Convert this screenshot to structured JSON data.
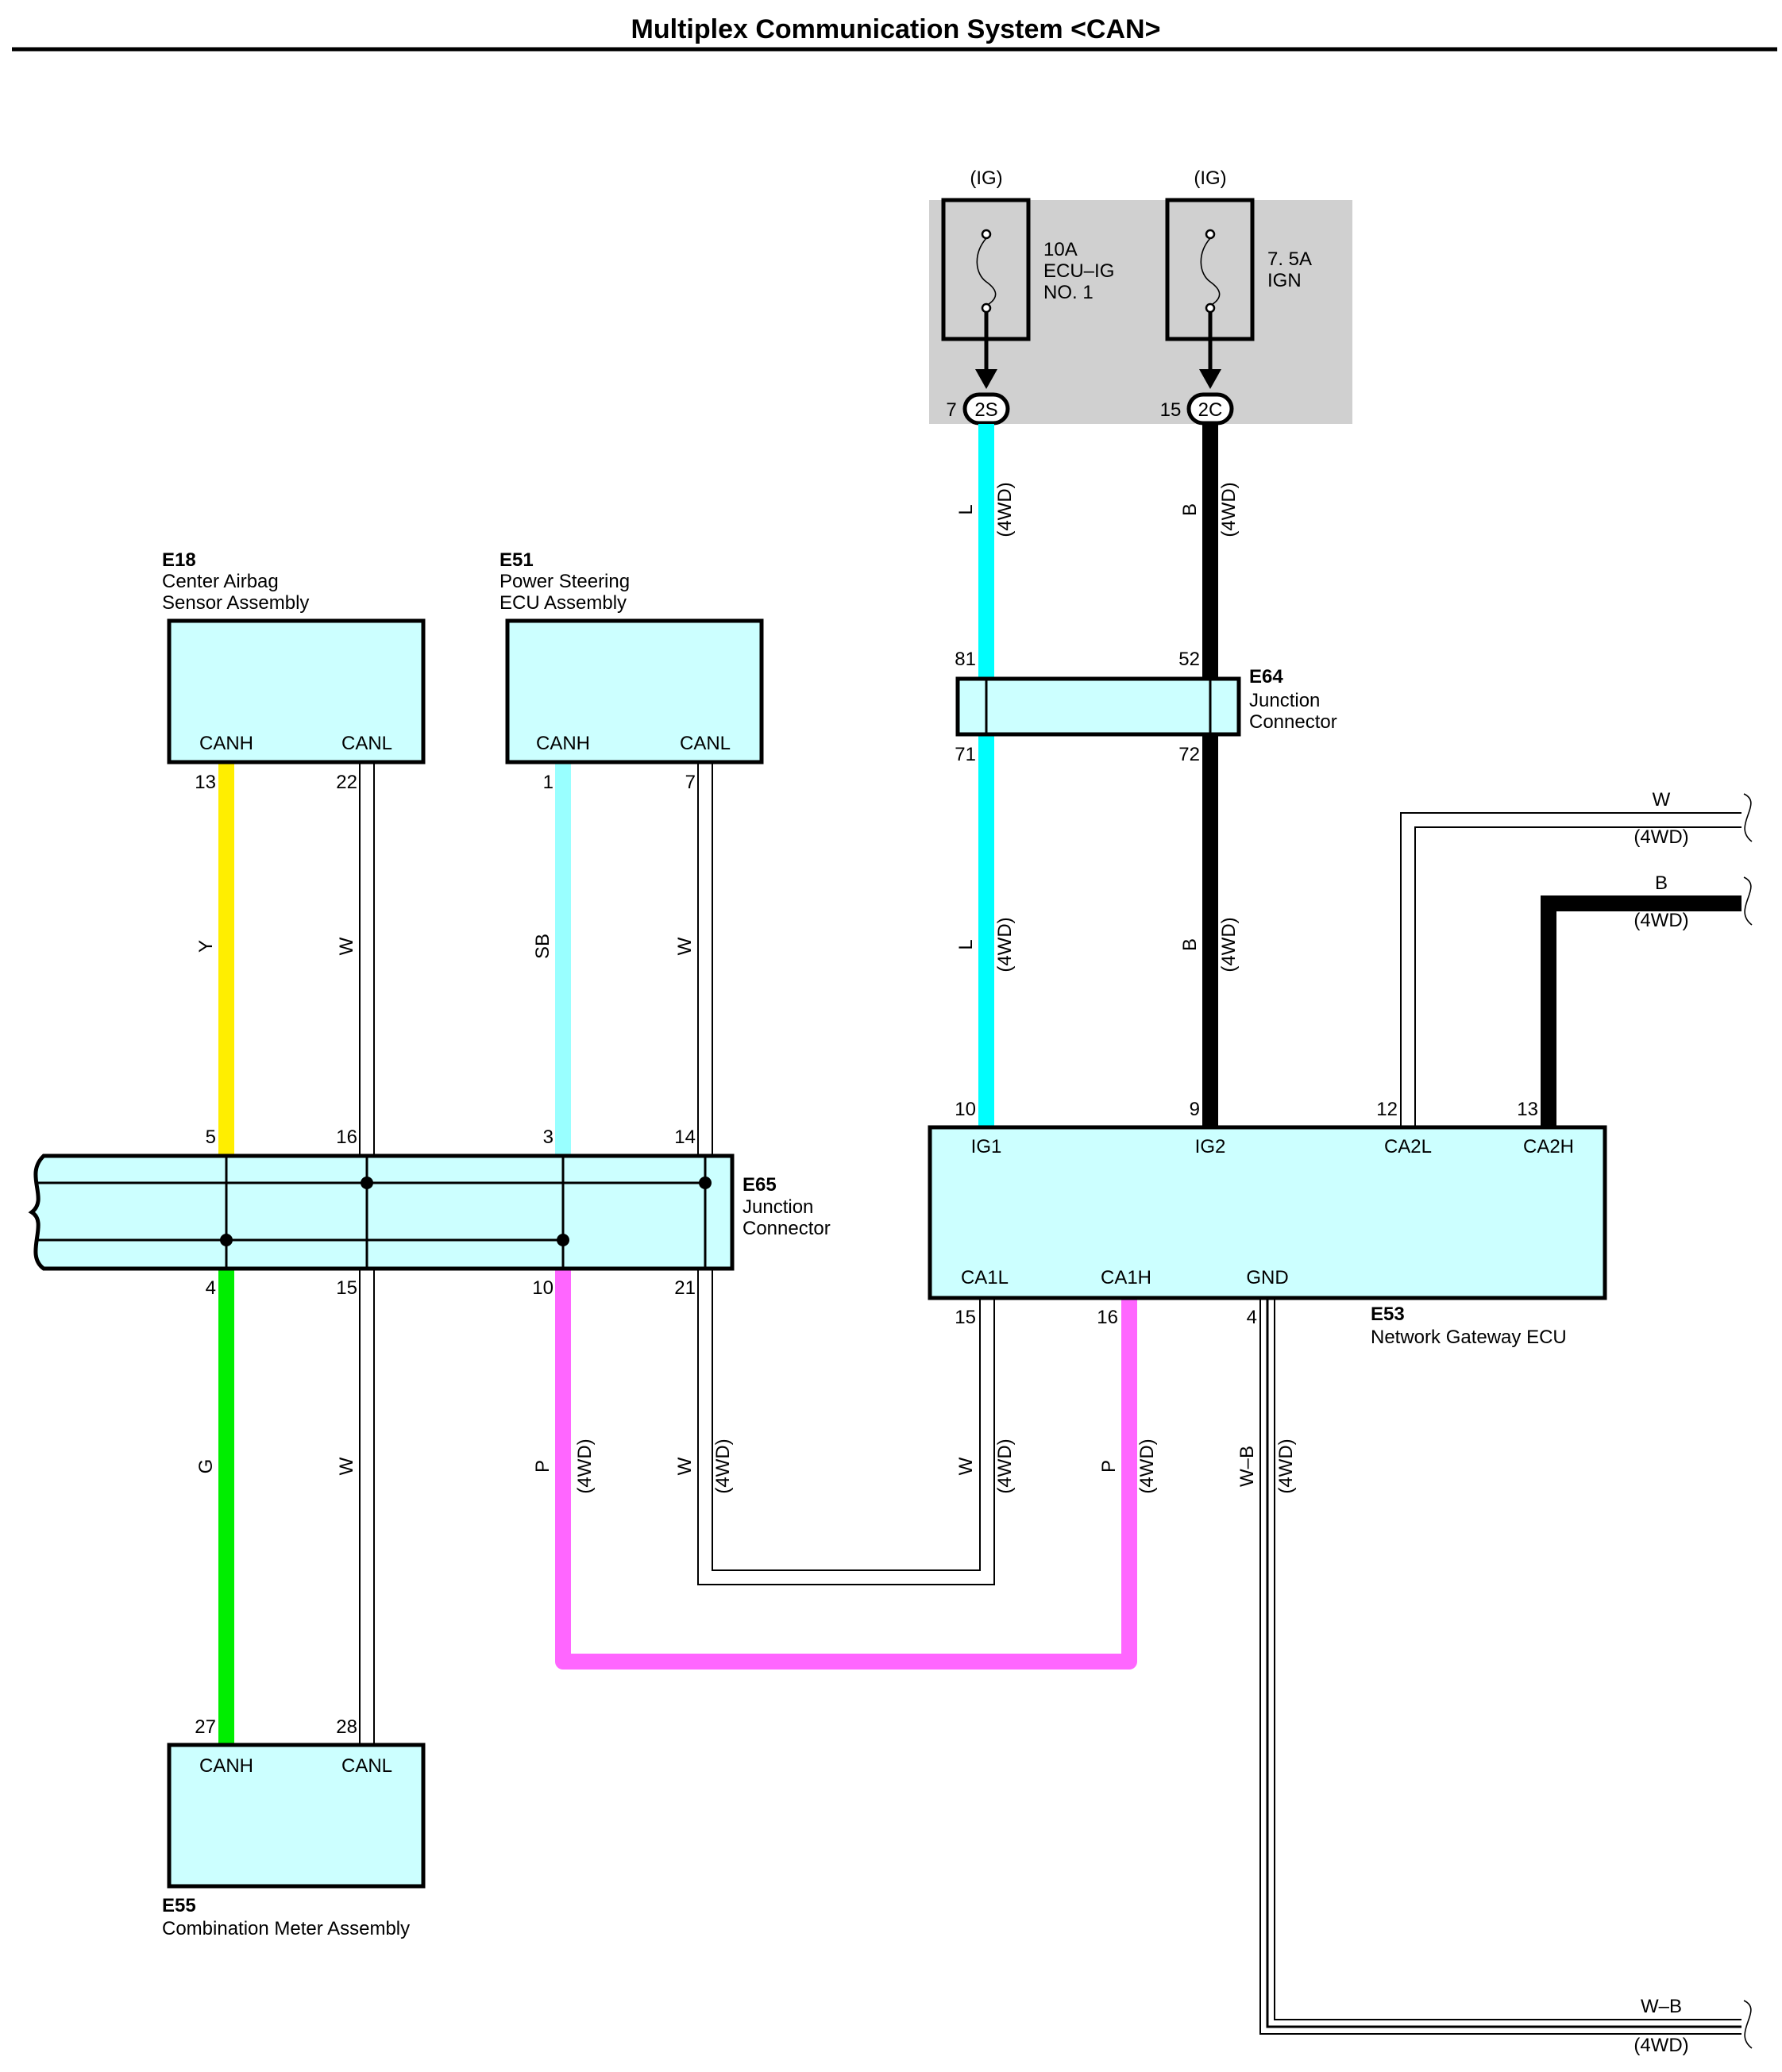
{
  "title": "Multiplex Communication System <CAN>",
  "colors": {
    "box_fill": "#ccffff",
    "fuse_block_fill": "#d0d0d0",
    "wire_L": "#00ffff",
    "wire_B": "#000000",
    "wire_Y": "#ffee00",
    "wire_SB": "#99ffff",
    "wire_G": "#00ee00",
    "wire_P": "#ff66ff",
    "wire_W": "#ffffff"
  },
  "fuses": [
    {
      "supply": "(IG)",
      "lines": [
        "10A",
        "ECU–IG",
        "NO. 1"
      ],
      "pin": "7",
      "conn": "2S"
    },
    {
      "supply": "(IG)",
      "lines": [
        "7. 5A",
        "IGN"
      ],
      "pin": "15",
      "conn": "2C"
    }
  ],
  "components": {
    "e18": {
      "id": "E18",
      "name1": "Center Airbag",
      "name2": "Sensor Assembly",
      "canh": "CANH",
      "canl": "CANL"
    },
    "e51": {
      "id": "E51",
      "name1": "Power Steering",
      "name2": "ECU Assembly",
      "canh": "CANH",
      "canl": "CANL"
    },
    "e55": {
      "id": "E55",
      "name1": "Combination Meter Assembly",
      "canh": "CANH",
      "canl": "CANL"
    },
    "e64": {
      "id": "E64",
      "name1": "Junction",
      "name2": "Connector"
    },
    "e65": {
      "id": "E65",
      "name1": "Junction",
      "name2": "Connector"
    },
    "e53": {
      "id": "E53",
      "name1": "Network Gateway ECU",
      "ig1": "IG1",
      "ig2": "IG2",
      "ca2l": "CA2L",
      "ca2h": "CA2H",
      "ca1l": "CA1L",
      "ca1h": "CA1H",
      "gnd": "GND"
    }
  },
  "pins": {
    "e18_canh": "13",
    "e18_canl": "22",
    "e51_canh": "1",
    "e51_canl": "7",
    "e65_top_1": "5",
    "e65_top_2": "16",
    "e65_top_3": "3",
    "e65_top_4": "14",
    "e65_bot_1": "4",
    "e65_bot_2": "15",
    "e65_bot_3": "10",
    "e65_bot_4": "21",
    "e55_canh": "27",
    "e55_canl": "28",
    "e64_top_1": "81",
    "e64_top_2": "52",
    "e64_bot_1": "71",
    "e64_bot_2": "72",
    "e53_ig1": "10",
    "e53_ig2": "9",
    "e53_ca2l": "12",
    "e53_ca2h": "13",
    "e53_ca1l": "15",
    "e53_ca1h": "16",
    "e53_gnd": "4"
  },
  "wire_labels": {
    "y": "Y",
    "w": "W",
    "sb": "SB",
    "g": "G",
    "p": "P",
    "l": "L",
    "b": "B",
    "wb": "W–B",
    "fourwd": "(4WD)"
  }
}
